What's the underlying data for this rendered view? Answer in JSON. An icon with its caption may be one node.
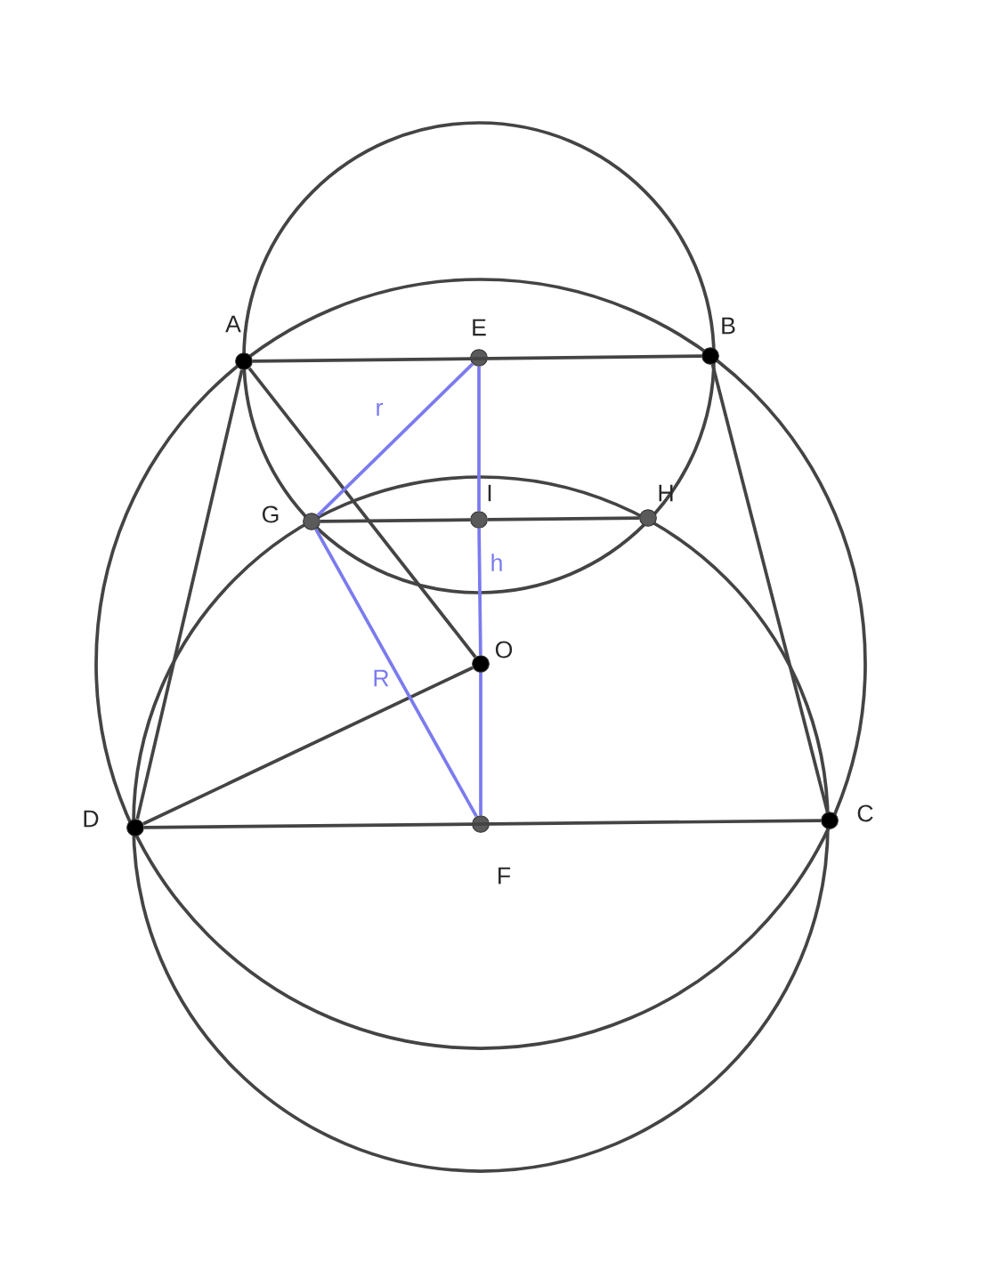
{
  "diagram": {
    "nodes": [
      {
        "text": [
          "A"
        ]
      },
      {
        "text": [
          "B"
        ]
      },
      {
        "text": [
          "C"
        ]
      },
      {
        "text": [
          "D"
        ]
      },
      {
        "text": [
          "E"
        ]
      },
      {
        "text": [
          "F"
        ]
      },
      {
        "text": [
          "G"
        ]
      },
      {
        "text": [
          "H"
        ]
      },
      {
        "text": [
          "I"
        ]
      },
      {
        "text": [
          "O"
        ]
      }
    ],
    "edges": [
      {
        "from": 0,
        "to": 1,
        "arrow": "none"
      },
      {
        "from": 1,
        "to": 2,
        "arrow": "none"
      },
      {
        "from": 2,
        "to": 3,
        "arrow": "none"
      },
      {
        "from": 3,
        "to": 0,
        "arrow": "none"
      },
      {
        "from": 0,
        "to": 9,
        "arrow": "none"
      },
      {
        "from": 3,
        "to": 9,
        "arrow": "none"
      },
      {
        "from": 6,
        "to": 8,
        "arrow": "none"
      },
      {
        "from": 8,
        "to": 7,
        "arrow": "none"
      },
      {
        "from": 4,
        "to": 6,
        "arrow": "none",
        "label": "r",
        "color": "#7b7bef"
      },
      {
        "from": 4,
        "to": 8,
        "arrow": "none",
        "color": "#7b7bef"
      },
      {
        "from": 8,
        "to": 9,
        "arrow": "none",
        "label": "h",
        "color": "#7b7bef"
      },
      {
        "from": 9,
        "to": 5,
        "arrow": "none",
        "color": "#7b7bef"
      },
      {
        "from": 6,
        "to": 5,
        "arrow": "none",
        "label": "R",
        "color": "#7b7bef"
      }
    ]
  }
}
